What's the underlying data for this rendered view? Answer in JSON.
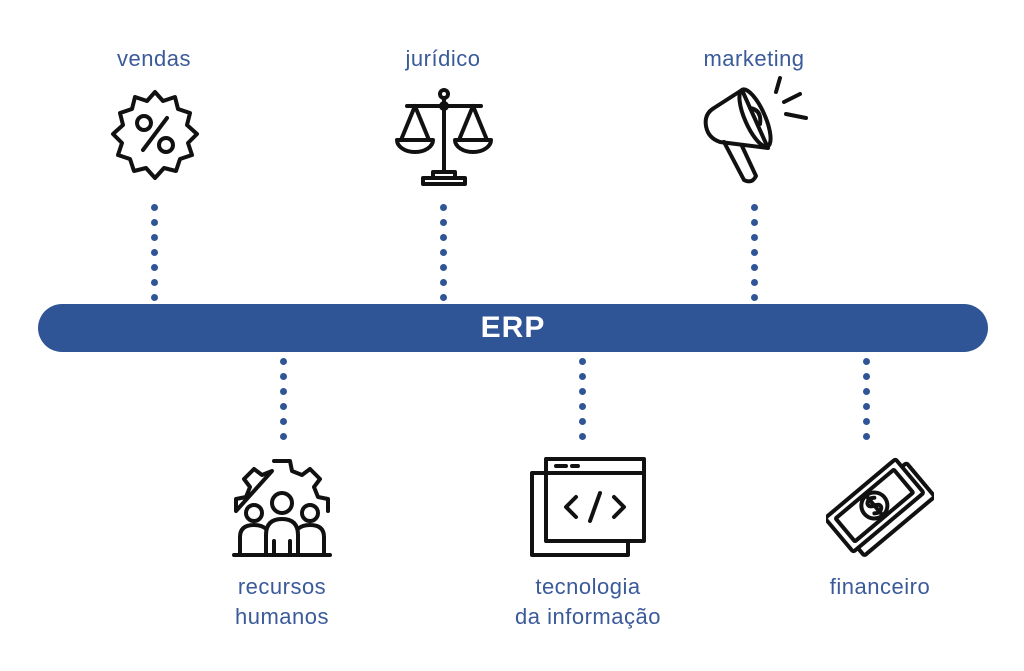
{
  "hub": {
    "label": "ERP"
  },
  "top_nodes": [
    {
      "label": "vendas",
      "icon": "discount-badge-icon"
    },
    {
      "label": "jurídico",
      "icon": "scales-of-justice-icon"
    },
    {
      "label": "marketing",
      "icon": "megaphone-icon"
    }
  ],
  "bottom_nodes": [
    {
      "label_line1": "recursos",
      "label_line2": "humanos",
      "icon": "team-gear-icon"
    },
    {
      "label_line1": "tecnologia",
      "label_line2": "da informação",
      "icon": "code-window-icon"
    },
    {
      "label_line1": "financeiro",
      "label_line2": "",
      "icon": "money-bills-icon"
    }
  ],
  "colors": {
    "accent": "#2f5597",
    "label": "#3a5a9a",
    "icon": "#111111"
  }
}
